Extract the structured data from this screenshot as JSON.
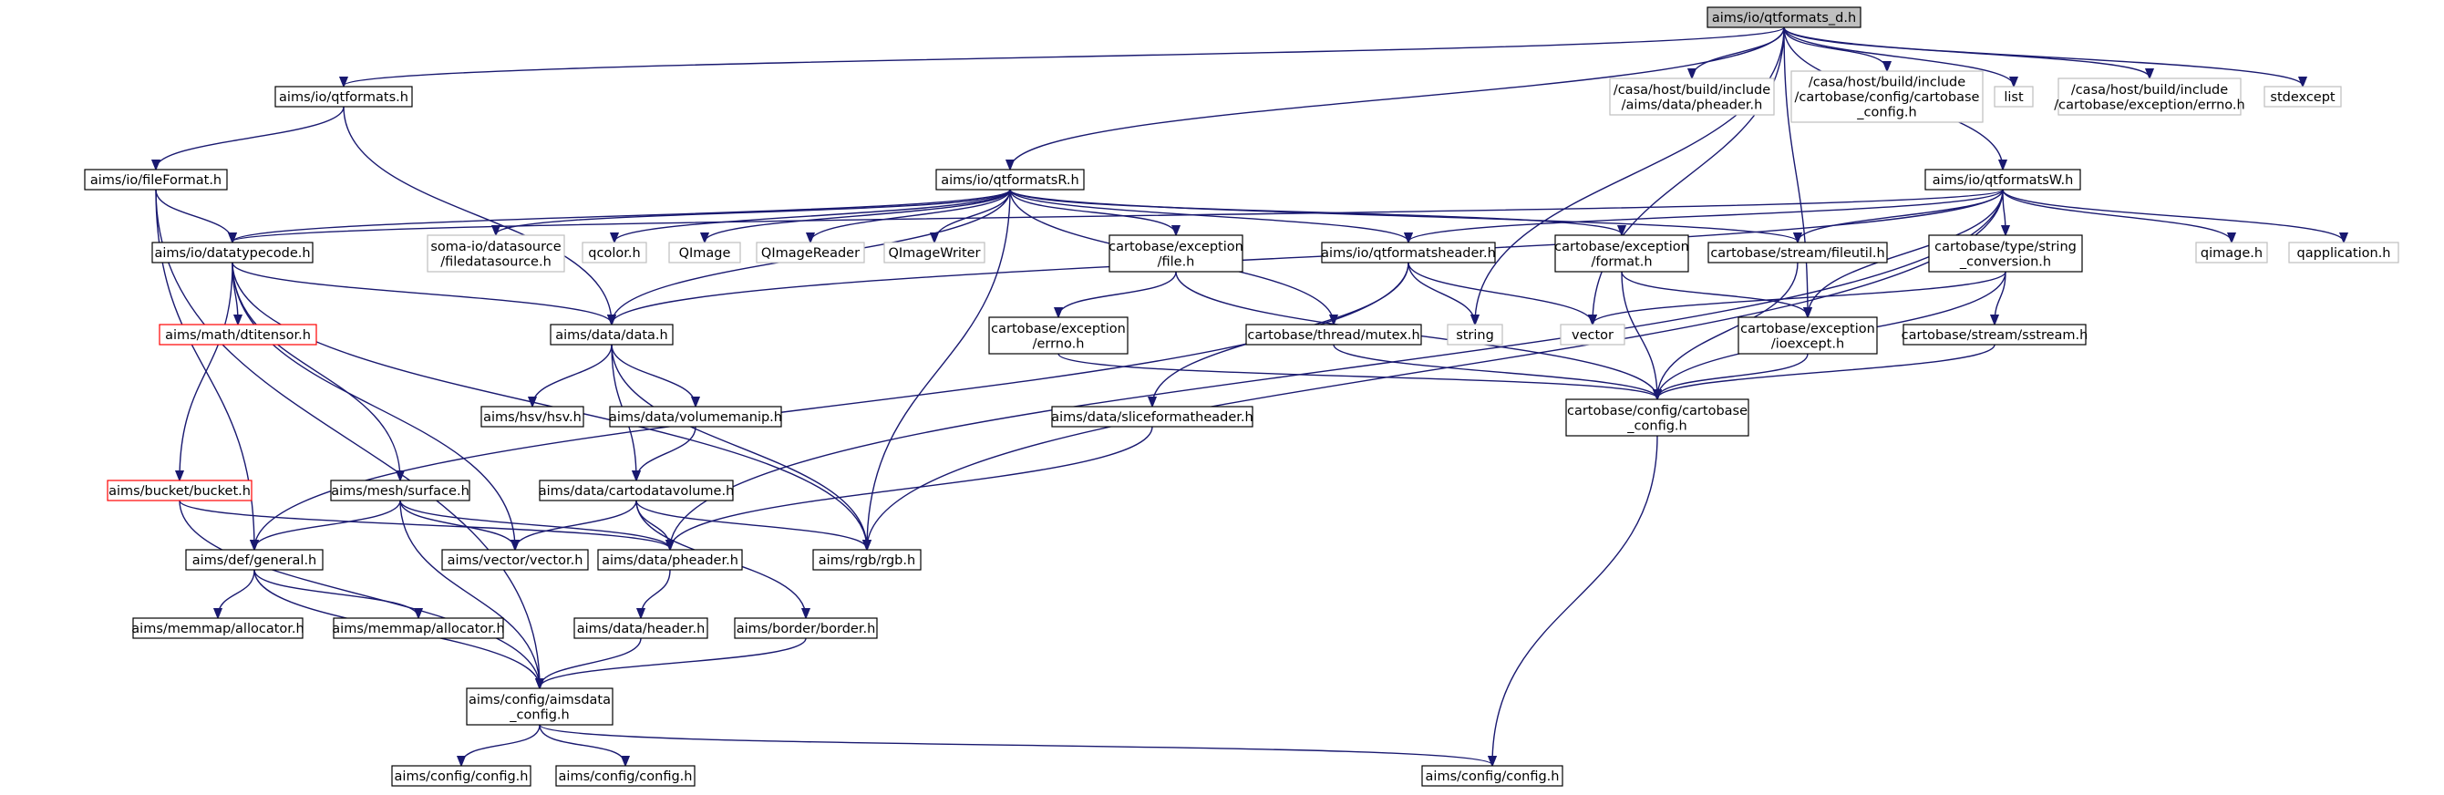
{
  "title": "aims/io/qtformats_d.h",
  "colors": {
    "edge": "#191970",
    "root_fill": "#bfbfbf",
    "external_border": "#bfbfbf",
    "truncated_border": "#ff0000"
  },
  "nodes": [
    {
      "id": "root",
      "lines": [
        "aims/io/qtformats_d.h"
      ],
      "kind": "root"
    },
    {
      "id": "qtformats_h",
      "lines": [
        "aims/io/qtformats.h"
      ],
      "kind": "normal"
    },
    {
      "id": "qtformatsR_h",
      "lines": [
        "aims/io/qtformatsR.h"
      ],
      "kind": "normal"
    },
    {
      "id": "ext_pheader",
      "lines": [
        "/casa/host/build/include",
        "/aims/data/pheader.h"
      ],
      "kind": "external"
    },
    {
      "id": "ext_cartobase_config",
      "lines": [
        "/casa/host/build/include",
        "/cartobase/config/cartobase",
        "_config.h"
      ],
      "kind": "external"
    },
    {
      "id": "list",
      "lines": [
        "list"
      ],
      "kind": "external"
    },
    {
      "id": "ext_errno",
      "lines": [
        "/casa/host/build/include",
        "/cartobase/exception/errno.h"
      ],
      "kind": "external"
    },
    {
      "id": "stdexcept",
      "lines": [
        "stdexcept"
      ],
      "kind": "external"
    },
    {
      "id": "qtformatsW_h",
      "lines": [
        "aims/io/qtformatsW.h"
      ],
      "kind": "normal"
    },
    {
      "id": "fileFormat_h",
      "lines": [
        "aims/io/fileFormat.h"
      ],
      "kind": "normal"
    },
    {
      "id": "datatypecode_h",
      "lines": [
        "aims/io/datatypecode.h"
      ],
      "kind": "normal"
    },
    {
      "id": "datasource",
      "lines": [
        "soma-io/datasource",
        "/filedatasource.h"
      ],
      "kind": "external"
    },
    {
      "id": "qcolor",
      "lines": [
        "qcolor.h"
      ],
      "kind": "external"
    },
    {
      "id": "QImage",
      "lines": [
        "QImage"
      ],
      "kind": "external"
    },
    {
      "id": "QImageReader",
      "lines": [
        "QImageReader"
      ],
      "kind": "external"
    },
    {
      "id": "QImageWriter",
      "lines": [
        "QImageWriter"
      ],
      "kind": "external"
    },
    {
      "id": "exc_file",
      "lines": [
        "cartobase/exception",
        "/file.h"
      ],
      "kind": "normal"
    },
    {
      "id": "qtformatsheader_h",
      "lines": [
        "aims/io/qtformatsheader.h"
      ],
      "kind": "normal"
    },
    {
      "id": "exc_format",
      "lines": [
        "cartobase/exception",
        "/format.h"
      ],
      "kind": "normal"
    },
    {
      "id": "fileutil",
      "lines": [
        "cartobase/stream/fileutil.h"
      ],
      "kind": "normal"
    },
    {
      "id": "string_conv",
      "lines": [
        "cartobase/type/string",
        "_conversion.h"
      ],
      "kind": "normal"
    },
    {
      "id": "qimage_h",
      "lines": [
        "qimage.h"
      ],
      "kind": "external"
    },
    {
      "id": "qapplication_h",
      "lines": [
        "qapplication.h"
      ],
      "kind": "external"
    },
    {
      "id": "dtitensor",
      "lines": [
        "aims/math/dtitensor.h"
      ],
      "kind": "truncated"
    },
    {
      "id": "data_h",
      "lines": [
        "aims/data/data.h"
      ],
      "kind": "normal"
    },
    {
      "id": "exc_errno",
      "lines": [
        "cartobase/exception",
        "/errno.h"
      ],
      "kind": "normal"
    },
    {
      "id": "mutex",
      "lines": [
        "cartobase/thread/mutex.h"
      ],
      "kind": "normal"
    },
    {
      "id": "string",
      "lines": [
        "string"
      ],
      "kind": "external"
    },
    {
      "id": "vector",
      "lines": [
        "vector"
      ],
      "kind": "external"
    },
    {
      "id": "ioexcept",
      "lines": [
        "cartobase/exception",
        "/ioexcept.h"
      ],
      "kind": "normal"
    },
    {
      "id": "sstream",
      "lines": [
        "cartobase/stream/sstream.h"
      ],
      "kind": "normal"
    },
    {
      "id": "hsv",
      "lines": [
        "aims/hsv/hsv.h"
      ],
      "kind": "normal"
    },
    {
      "id": "volumemanip",
      "lines": [
        "aims/data/volumemanip.h"
      ],
      "kind": "normal"
    },
    {
      "id": "cb_config",
      "lines": [
        "cartobase/config/cartobase",
        "_config.h"
      ],
      "kind": "normal"
    },
    {
      "id": "sliceformatheader",
      "lines": [
        "aims/data/sliceformatheader.h"
      ],
      "kind": "normal"
    },
    {
      "id": "bucket",
      "lines": [
        "aims/bucket/bucket.h"
      ],
      "kind": "truncated"
    },
    {
      "id": "surface",
      "lines": [
        "aims/mesh/surface.h"
      ],
      "kind": "normal"
    },
    {
      "id": "cartodatavolume",
      "lines": [
        "aims/data/cartodatavolume.h"
      ],
      "kind": "normal"
    },
    {
      "id": "general",
      "lines": [
        "aims/def/general.h"
      ],
      "kind": "normal"
    },
    {
      "id": "vector_h",
      "lines": [
        "aims/vector/vector.h"
      ],
      "kind": "normal"
    },
    {
      "id": "pheader",
      "lines": [
        "aims/data/pheader.h"
      ],
      "kind": "normal"
    },
    {
      "id": "rgb",
      "lines": [
        "aims/rgb/rgb.h"
      ],
      "kind": "normal"
    },
    {
      "id": "allocator1",
      "lines": [
        "aims/memmap/allocator.h"
      ],
      "kind": "normal"
    },
    {
      "id": "allocator2",
      "lines": [
        "aims/memmap/allocator.h"
      ],
      "kind": "normal"
    },
    {
      "id": "header",
      "lines": [
        "aims/data/header.h"
      ],
      "kind": "normal"
    },
    {
      "id": "border",
      "lines": [
        "aims/border/border.h"
      ],
      "kind": "normal"
    },
    {
      "id": "aimsdata_config",
      "lines": [
        "aims/config/aimsdata",
        "_config.h"
      ],
      "kind": "normal"
    },
    {
      "id": "config1",
      "lines": [
        "aims/config/config.h"
      ],
      "kind": "normal"
    },
    {
      "id": "config2",
      "lines": [
        "aims/config/config.h"
      ],
      "kind": "normal"
    },
    {
      "id": "config3",
      "lines": [
        "aims/config/config.h"
      ],
      "kind": "normal"
    }
  ],
  "edges": [
    [
      "root",
      "qtformats_h"
    ],
    [
      "root",
      "qtformatsR_h"
    ],
    [
      "root",
      "ext_pheader"
    ],
    [
      "root",
      "ext_cartobase_config"
    ],
    [
      "root",
      "list"
    ],
    [
      "root",
      "ext_errno"
    ],
    [
      "root",
      "stdexcept"
    ],
    [
      "root",
      "qtformatsW_h"
    ],
    [
      "root",
      "string"
    ],
    [
      "root",
      "vector"
    ],
    [
      "root",
      "ioexcept"
    ],
    [
      "qtformats_h",
      "fileFormat_h"
    ],
    [
      "qtformats_h",
      "data_h"
    ],
    [
      "fileFormat_h",
      "datatypecode_h"
    ],
    [
      "fileFormat_h",
      "general"
    ],
    [
      "fileFormat_h",
      "aimsdata_config"
    ],
    [
      "qtformatsR_h",
      "datatypecode_h"
    ],
    [
      "qtformatsR_h",
      "datasource"
    ],
    [
      "qtformatsR_h",
      "qcolor"
    ],
    [
      "qtformatsR_h",
      "QImage"
    ],
    [
      "qtformatsR_h",
      "QImageReader"
    ],
    [
      "qtformatsR_h",
      "QImageWriter"
    ],
    [
      "qtformatsR_h",
      "exc_file"
    ],
    [
      "qtformatsR_h",
      "qtformatsheader_h"
    ],
    [
      "qtformatsR_h",
      "exc_format"
    ],
    [
      "qtformatsR_h",
      "fileutil"
    ],
    [
      "qtformatsR_h",
      "mutex"
    ],
    [
      "qtformatsR_h",
      "data_h"
    ],
    [
      "qtformatsR_h",
      "rgb"
    ],
    [
      "qtformatsW_h",
      "datatypecode_h"
    ],
    [
      "qtformatsW_h",
      "qtformatsheader_h"
    ],
    [
      "qtformatsW_h",
      "fileutil"
    ],
    [
      "qtformatsW_h",
      "string_conv"
    ],
    [
      "qtformatsW_h",
      "qimage_h"
    ],
    [
      "qtformatsW_h",
      "qapplication_h"
    ],
    [
      "qtformatsW_h",
      "data_h"
    ],
    [
      "qtformatsW_h",
      "ioexcept"
    ],
    [
      "qtformatsW_h",
      "pheader"
    ],
    [
      "qtformatsW_h",
      "rgb"
    ],
    [
      "datatypecode_h",
      "dtitensor"
    ],
    [
      "datatypecode_h",
      "data_h"
    ],
    [
      "datatypecode_h",
      "bucket"
    ],
    [
      "datatypecode_h",
      "surface"
    ],
    [
      "datatypecode_h",
      "vector_h"
    ],
    [
      "datatypecode_h",
      "rgb"
    ],
    [
      "exc_file",
      "exc_errno"
    ],
    [
      "exc_file",
      "cb_config"
    ],
    [
      "exc_errno",
      "cb_config"
    ],
    [
      "qtformatsheader_h",
      "string"
    ],
    [
      "qtformatsheader_h",
      "vector"
    ],
    [
      "qtformatsheader_h",
      "sliceformatheader"
    ],
    [
      "qtformatsheader_h",
      "general"
    ],
    [
      "exc_format",
      "ioexcept"
    ],
    [
      "exc_format",
      "cb_config"
    ],
    [
      "fileutil",
      "cb_config"
    ],
    [
      "string_conv",
      "vector"
    ],
    [
      "string_conv",
      "sstream"
    ],
    [
      "string_conv",
      "cb_config"
    ],
    [
      "ioexcept",
      "cb_config"
    ],
    [
      "sstream",
      "cb_config"
    ],
    [
      "mutex",
      "cb_config"
    ],
    [
      "data_h",
      "hsv"
    ],
    [
      "data_h",
      "volumemanip"
    ],
    [
      "data_h",
      "cartodatavolume"
    ],
    [
      "data_h",
      "rgb"
    ],
    [
      "volumemanip",
      "cartodatavolume"
    ],
    [
      "sliceformatheader",
      "pheader"
    ],
    [
      "bucket",
      "pheader"
    ],
    [
      "bucket",
      "aimsdata_config"
    ],
    [
      "surface",
      "general"
    ],
    [
      "surface",
      "vector_h"
    ],
    [
      "surface",
      "pheader"
    ],
    [
      "surface",
      "aimsdata_config"
    ],
    [
      "cartodatavolume",
      "vector_h"
    ],
    [
      "cartodatavolume",
      "pheader"
    ],
    [
      "cartodatavolume",
      "rgb"
    ],
    [
      "cartodatavolume",
      "border"
    ],
    [
      "general",
      "allocator1"
    ],
    [
      "general",
      "allocator2"
    ],
    [
      "general",
      "aimsdata_config"
    ],
    [
      "pheader",
      "header"
    ],
    [
      "header",
      "aimsdata_config"
    ],
    [
      "border",
      "aimsdata_config"
    ],
    [
      "aimsdata_config",
      "config1"
    ],
    [
      "aimsdata_config",
      "config2"
    ],
    [
      "aimsdata_config",
      "config3"
    ],
    [
      "cb_config",
      "config3"
    ]
  ]
}
